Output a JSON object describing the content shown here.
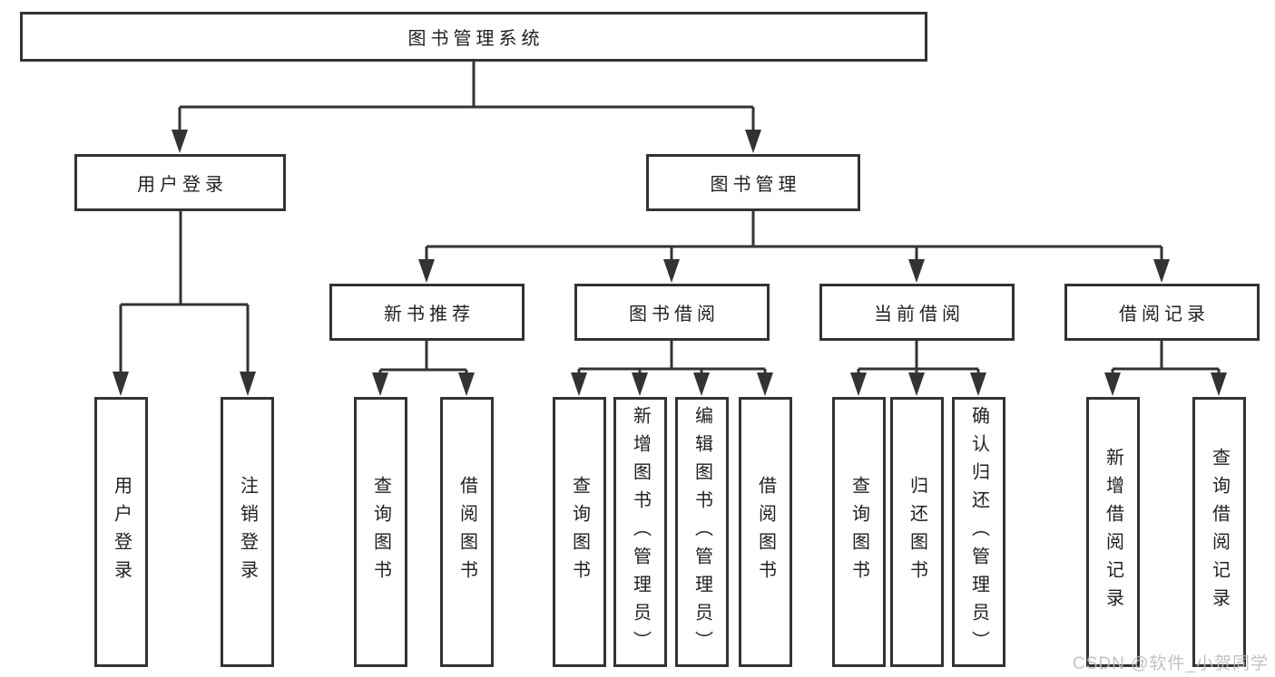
{
  "diagram": {
    "root_label": "图书管理系统",
    "level2": [
      {
        "label": "用户登录",
        "children": [
          "用户登录",
          "注销登录"
        ]
      },
      {
        "label": "图书管理",
        "sections": [
          {
            "label": "新书推荐",
            "children": [
              "查询图书",
              "借阅图书"
            ]
          },
          {
            "label": "图书借阅",
            "children": [
              "查询图书",
              "新增图书（管理员）",
              "编辑图书（管理员）",
              "借阅图书"
            ]
          },
          {
            "label": "当前借阅",
            "children": [
              "查询图书",
              "归还图书",
              "确认归还（管理员）"
            ]
          },
          {
            "label": "借阅记录",
            "children": [
              "新增借阅记录",
              "查询借阅记录"
            ]
          }
        ]
      }
    ]
  },
  "watermark": "CSDN @软件_小贺同学",
  "colors": {
    "line": "#333333",
    "text": "#1f1f1f",
    "background": "#ffffff",
    "watermark": "#bdbdbd"
  }
}
